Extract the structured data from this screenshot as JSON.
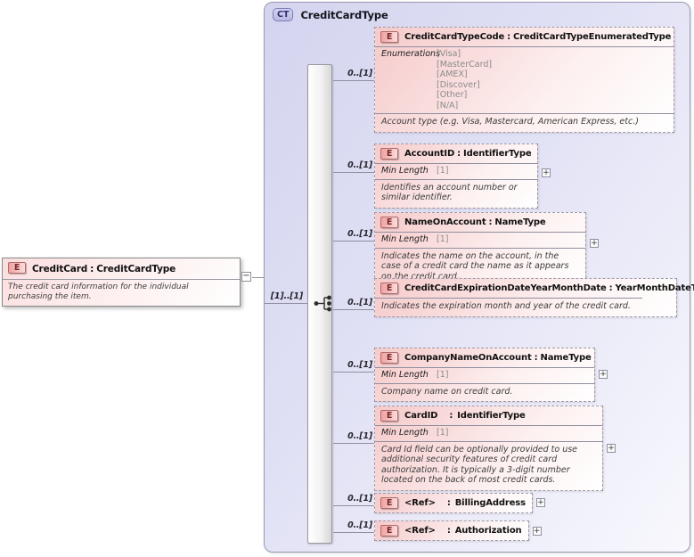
{
  "sep": ":",
  "expand_glyph": "+",
  "collapse_glyph": "−",
  "complex_type_panel": {
    "badge": "CT",
    "title": "CreditCardType",
    "compositor": "sequence",
    "compositor_cardinality": "[1]..[1]"
  },
  "root_element": {
    "badge": "E",
    "name": "CreditCard",
    "type": "CreditCardType",
    "annotation": "The credit card information for the individual purchasing the item."
  },
  "elements": [
    {
      "badge": "E",
      "name": "CreditCardTypeCode",
      "type": "CreditCardTypeEnumeratedType",
      "cardinality": "0..[1]",
      "facet_label": "Enumerations",
      "facet_values": [
        "[Visa]",
        "[MasterCard]",
        "[AMEX]",
        "[Discover]",
        "[Other]",
        "[N/A]"
      ],
      "annotation": "Account type (e.g. Visa, Mastercard, American Express, etc.)"
    },
    {
      "badge": "E",
      "name": "AccountID",
      "type": "IdentifierType",
      "cardinality": "0..[1]",
      "facet_label": "Min Length",
      "facet_value": "[1]",
      "annotation": "Identifies an account number or similar identifier."
    },
    {
      "badge": "E",
      "name": "NameOnAccount",
      "type": "NameType",
      "cardinality": "0..[1]",
      "facet_label": "Min Length",
      "facet_value": "[1]",
      "annotation": "Indicates the name on the account, in the case of a credit card the name as it appears on the credit card."
    },
    {
      "badge": "E",
      "name": "CreditCardExpirationDateYearMonthDate",
      "type": "YearMonthDateType",
      "cardinality": "0..[1]",
      "annotation": "Indicates the expiration month and year of the credit card."
    },
    {
      "badge": "E",
      "name": "CompanyNameOnAccount",
      "type": "NameType",
      "cardinality": "0..[1]",
      "facet_label": "Min Length",
      "facet_value": "[1]",
      "annotation": "Company name on credit card."
    },
    {
      "badge": "E",
      "name": "CardID",
      "type": "IdentifierType",
      "cardinality": "0..[1]",
      "facet_label": "Min Length",
      "facet_value": "[1]",
      "annotation": "Card Id field can be optionally provided to use additional security features of credit card authorization. It is typically a 3-digit number located on the back of most credit cards."
    },
    {
      "badge": "E",
      "name": "<Ref>",
      "type": "BillingAddress",
      "cardinality": "0..[1]"
    },
    {
      "badge": "E",
      "name": "<Ref>",
      "type": "Authorization",
      "cardinality": "0..[1]"
    }
  ],
  "colors": {
    "panel_background": "#d8d8f2",
    "element_box_pink": "#f6caca",
    "complex_type_badge_fill": "#c9c9ec",
    "complex_type_badge_border": "#7c7cba",
    "element_badge_fill": "#efa2a2",
    "element_badge_border": "#b06a6a",
    "element_badge_text": "#7a2525",
    "connector_line": "#8f8fa0",
    "facet_value_text": "#8a8a8a",
    "annotation_text": "#3c3c3c"
  }
}
